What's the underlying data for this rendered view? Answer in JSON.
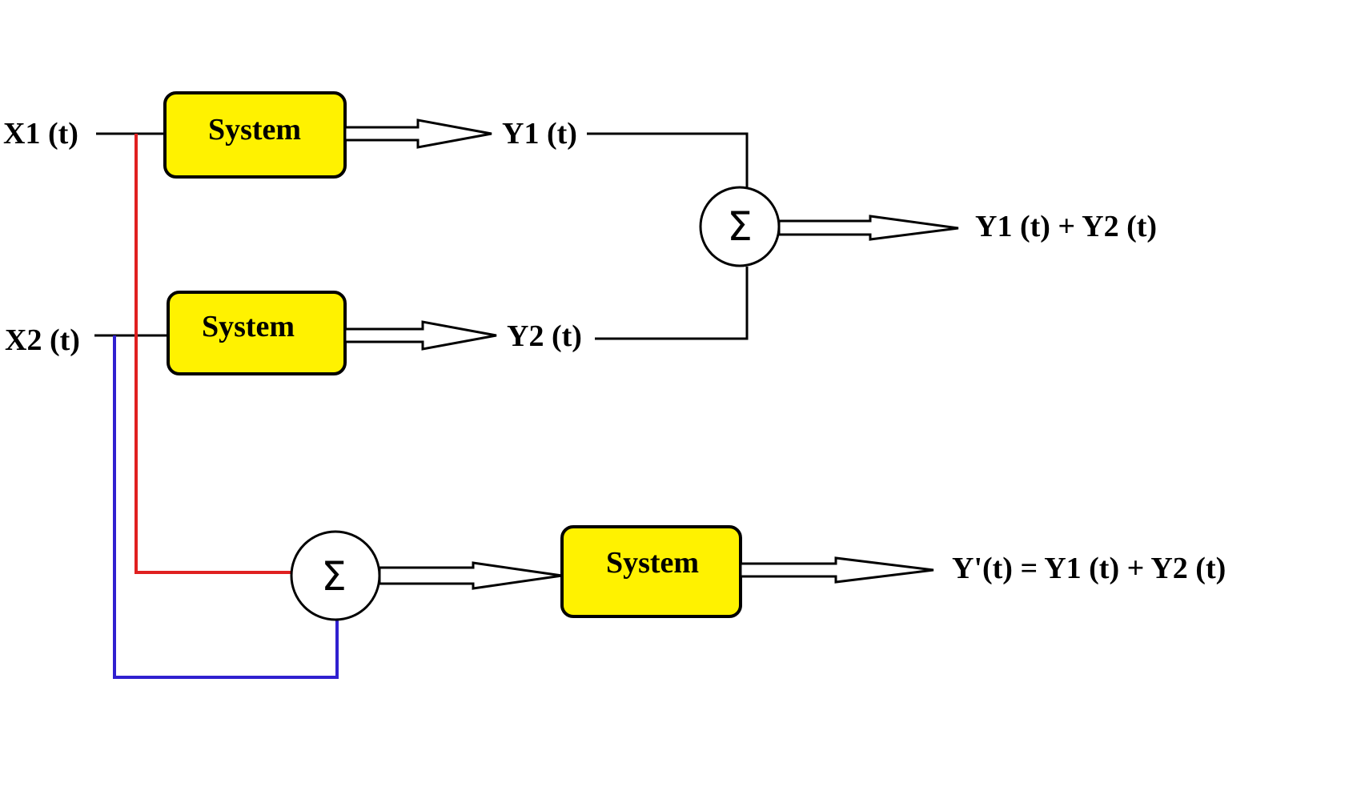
{
  "labels": {
    "x1": "X1 (t)",
    "x2": "X2 (t)",
    "y1": "Y1 (t)",
    "y2": "Y2 (t)",
    "sum_top": "Y1 (t) + Y2 (t)",
    "sum_bottom": "Y'(t) = Y1 (t) + Y2 (t)"
  },
  "blocks": {
    "system_1": "System",
    "system_2": "System",
    "system_3": "System"
  },
  "symbols": {
    "summer_1": "Σ",
    "summer_2": "Σ"
  },
  "colors": {
    "block_fill": "#fff200",
    "x1_branch": "#e02020",
    "x2_branch": "#3020d0"
  }
}
